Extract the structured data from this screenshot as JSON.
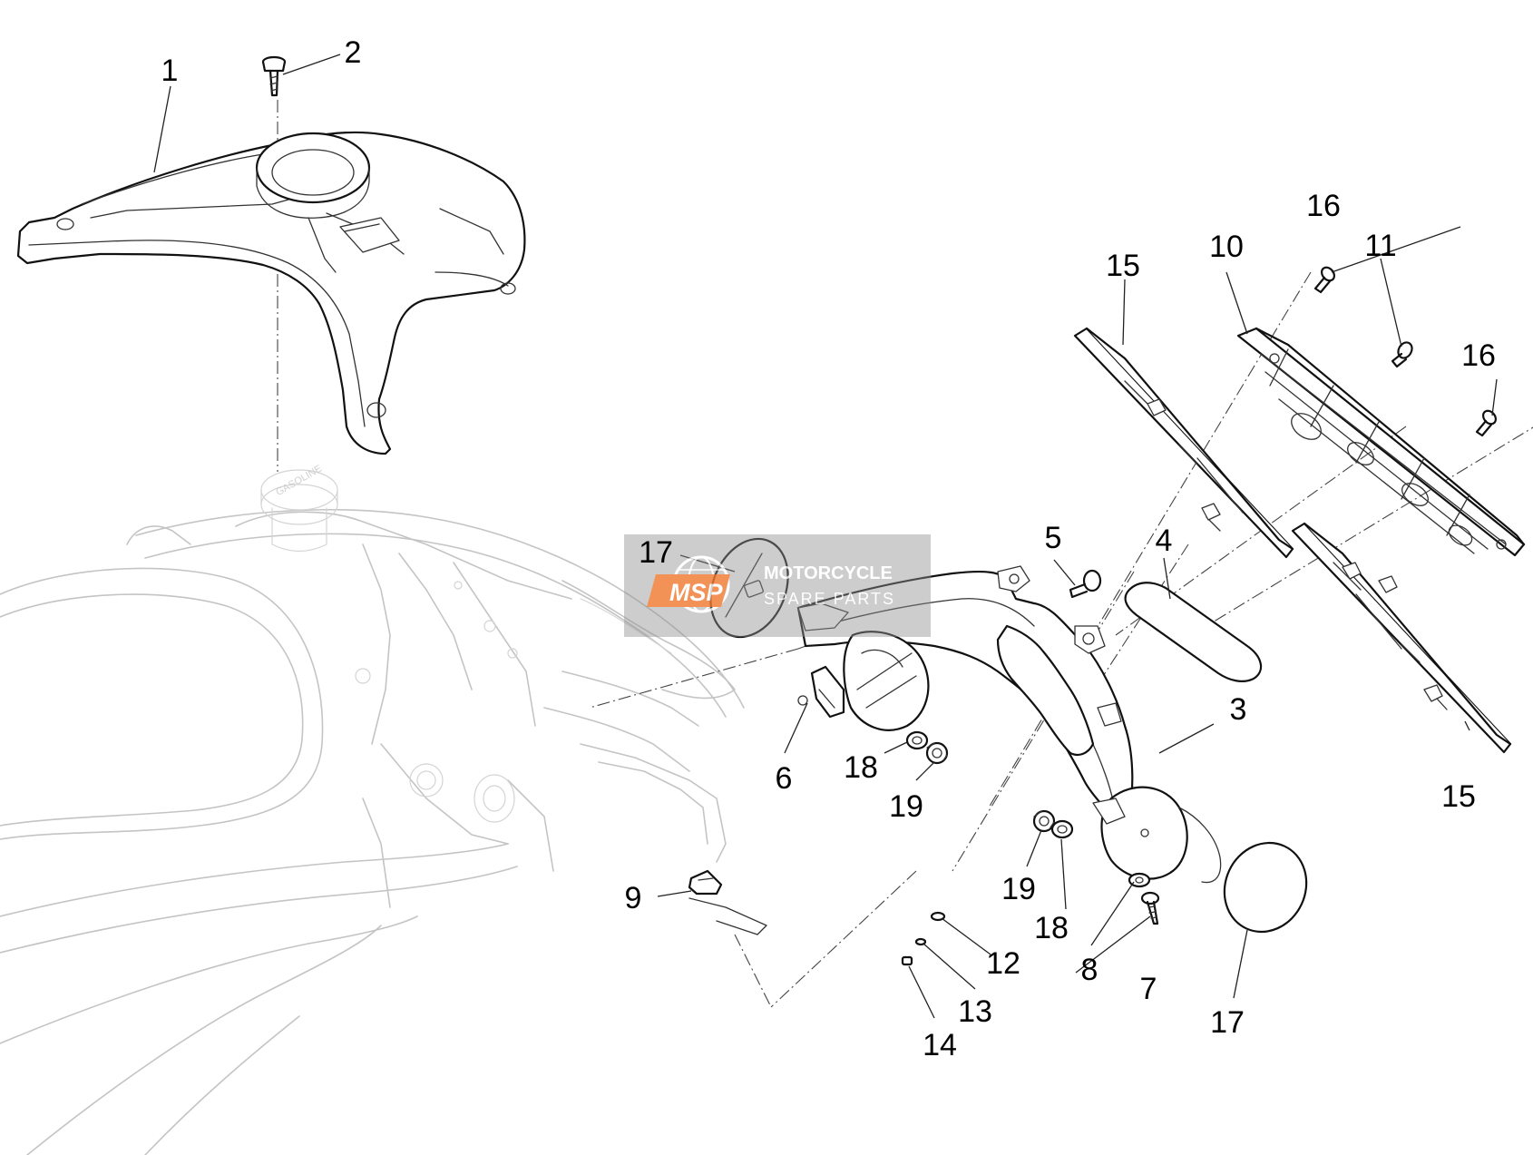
{
  "callouts": {
    "c1": "1",
    "c2": "2",
    "c3": "3",
    "c4": "4",
    "c5": "5",
    "c6": "6",
    "c7": "7",
    "c8": "8",
    "c9": "9",
    "c10": "10",
    "c11": "11",
    "c12": "12",
    "c13": "13",
    "c14": "14",
    "c15a": "15",
    "c15b": "15",
    "c16a": "16",
    "c16b": "16",
    "c17a": "17",
    "c17b": "17",
    "c18a": "18",
    "c18b": "18",
    "c19a": "19",
    "c19b": "19"
  },
  "watermark": {
    "logo": "MSP",
    "line1": "MOTORCYCLE",
    "line2": "SPARE PARTS"
  },
  "frame_print": "GASOLINE"
}
